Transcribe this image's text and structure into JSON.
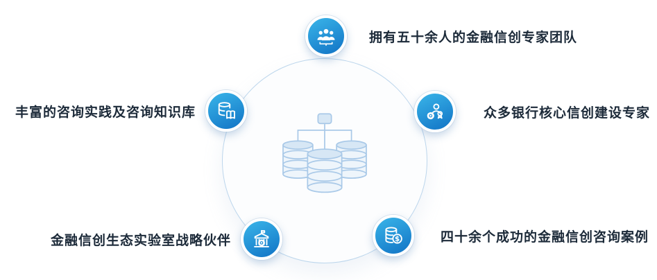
{
  "diagram": {
    "items": [
      {
        "position": "top",
        "icon": "team-icon",
        "label": "拥有五十余人的金融信创专家团队"
      },
      {
        "position": "right",
        "icon": "expert-icon",
        "label": "众多银行核心信创建设专家"
      },
      {
        "position": "bottom-right",
        "icon": "coins-icon",
        "label": "四十余个成功的金融信创咨询案例"
      },
      {
        "position": "bottom-left",
        "icon": "bank-icon",
        "label": "金融信创生态实验室战略伙伴"
      },
      {
        "position": "left",
        "icon": "knowledge-icon",
        "label": "丰富的咨询实践及咨询知识库"
      }
    ],
    "center_icon": "database-cluster-illustration",
    "colors": {
      "bubble_gradient_start": "#3ab5e9",
      "bubble_gradient_end": "#1173c5",
      "circle_border": "#bcd6ec",
      "illustration": "#a9c9e8",
      "label_text": "#1c2a39"
    }
  }
}
